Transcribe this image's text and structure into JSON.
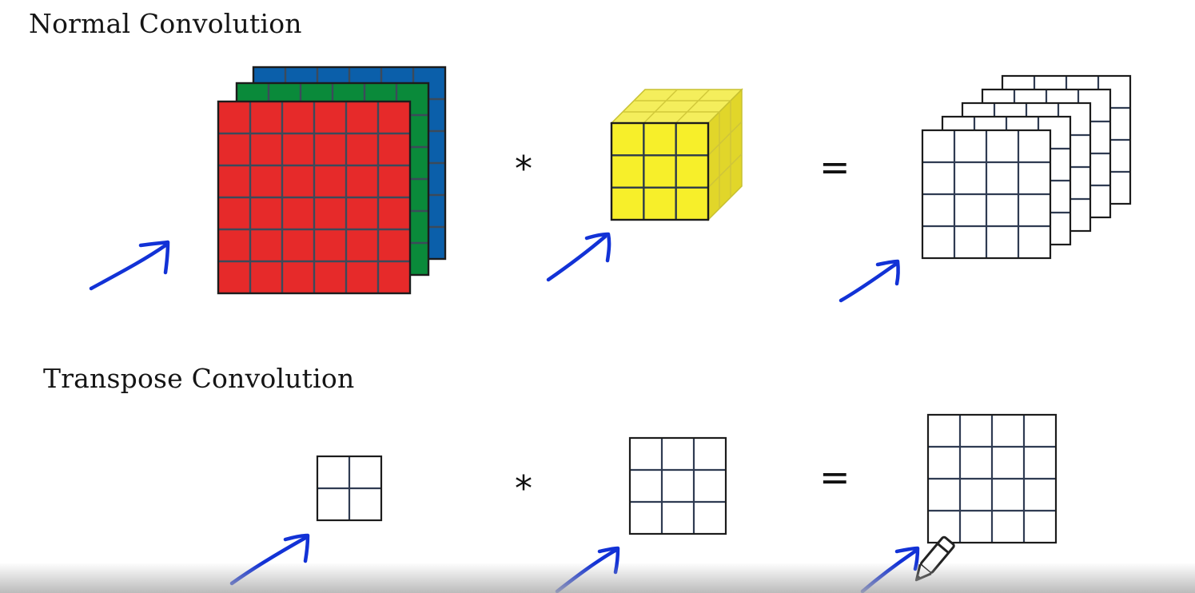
{
  "normal": {
    "title": "Normal Convolution",
    "operator_multiply": "*",
    "operator_equals": "=",
    "input": {
      "grid": [
        6,
        6
      ],
      "channels": 3,
      "channel_colors": [
        "#e62a2a",
        "#0a8a3a",
        "#0b5faa"
      ]
    },
    "filter": {
      "grid": [
        3,
        3
      ],
      "depth": 3,
      "color": "#f7ef2a"
    },
    "output": {
      "grid": [
        4,
        4
      ],
      "stacked_count": 5
    }
  },
  "transpose": {
    "title": "Transpose Convolution",
    "operator_multiply": "*",
    "operator_equals": "=",
    "input": {
      "grid": [
        2,
        2
      ]
    },
    "filter": {
      "grid": [
        3,
        3
      ]
    },
    "output": {
      "grid": [
        4,
        4
      ]
    }
  },
  "annotation": {
    "color": "#1232d6",
    "arrow_count": 6
  },
  "icons": {
    "cursor": "pencil-icon"
  }
}
